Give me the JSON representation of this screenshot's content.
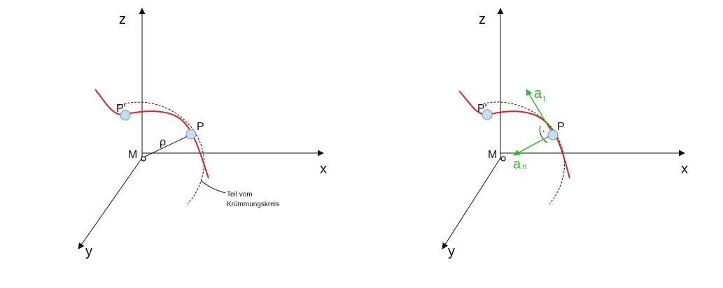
{
  "left": {
    "axes": {
      "z": "z",
      "x": "x",
      "y": "y"
    },
    "labels": {
      "origin": "M",
      "point": "P",
      "point_prime": "P'",
      "radius": "ρ"
    },
    "annotation": {
      "line1": "Teil vom",
      "line2": "Krümmungskreis"
    }
  },
  "right": {
    "axes": {
      "z": "z",
      "x": "x",
      "y": "y"
    },
    "labels": {
      "origin": "M",
      "point": "P",
      "point_prime": "P'"
    },
    "vectors": {
      "tangential": {
        "letter": "a",
        "subscript": "t"
      },
      "normal": {
        "letter": "a",
        "subscript": "n"
      }
    },
    "right_angle_mark": "·"
  },
  "colors": {
    "curve": "#e02020",
    "vector": "#22c322",
    "point_fill": "#c9dcef",
    "point_stroke": "#6f8fb0"
  }
}
